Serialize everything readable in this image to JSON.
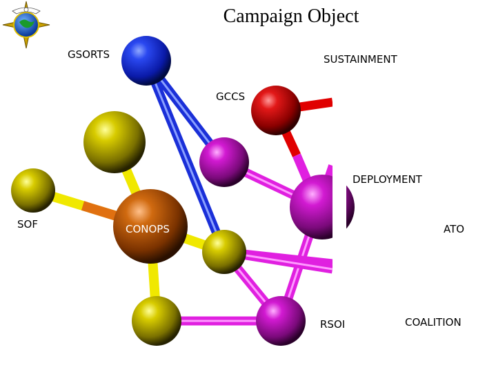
{
  "title": "Campaign Object",
  "labels": {
    "gsorts": "GSORTS",
    "sustainment": "SUSTAINMENT",
    "gccs": "GCCS",
    "deployment": "DEPLOYMENT",
    "sof": "SOF",
    "conops": "CONOPS",
    "ato": "ATO",
    "rsoi": "RSOI",
    "coalition": "COALITION"
  },
  "colors": {
    "blue": "#0a1fd0",
    "red": "#d40000",
    "magenta": "#e020e0",
    "yellow": "#e8e000",
    "orange": "#d86a10"
  },
  "logo": "globe-compass-emblem-icon"
}
